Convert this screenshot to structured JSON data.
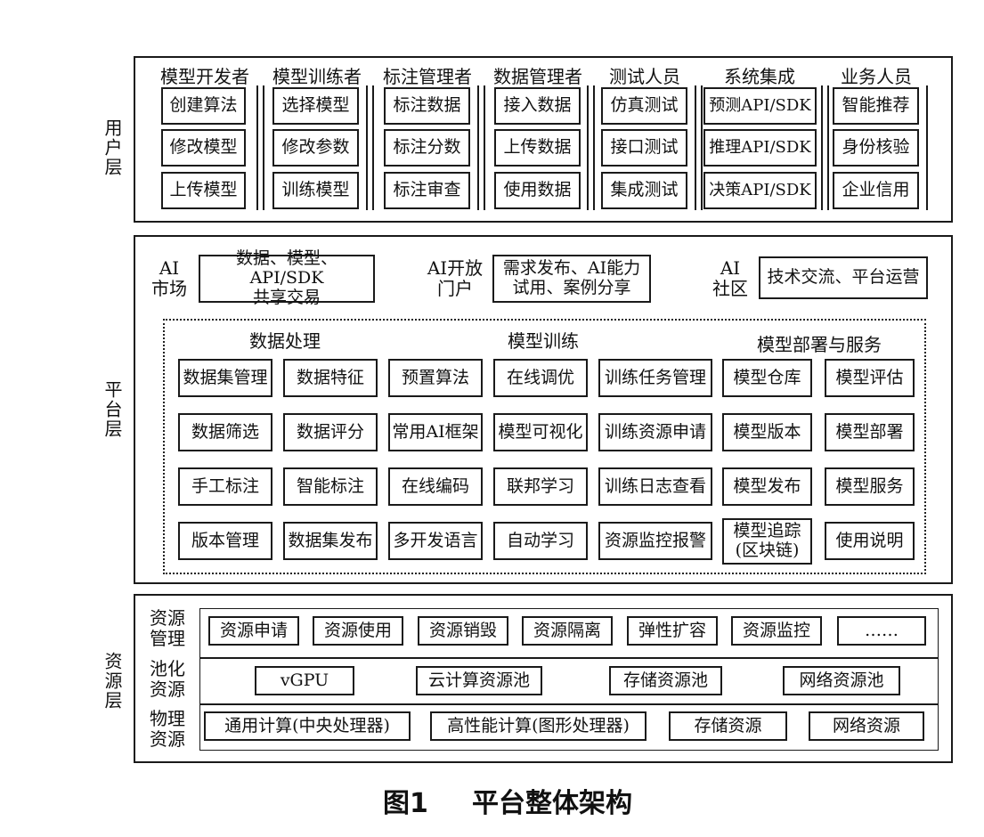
{
  "user_layer": {
    "label": "用户层",
    "columns": [
      {
        "role": "模型开发者",
        "items": [
          "创建算法",
          "修改模型",
          "上传模型"
        ]
      },
      {
        "role": "模型训练者",
        "items": [
          "选择模型",
          "修改参数",
          "训练模型"
        ]
      },
      {
        "role": "标注管理者",
        "items": [
          "标注数据",
          "标注分数",
          "标注审查"
        ]
      },
      {
        "role": "数据管理者",
        "items": [
          "接入数据",
          "上传数据",
          "使用数据"
        ]
      },
      {
        "role": "测试人员",
        "items": [
          "仿真测试",
          "接口测试",
          "集成测试"
        ]
      },
      {
        "role": "系统集成",
        "items": [
          "预测API/SDK",
          "推理API/SDK",
          "决策API/SDK"
        ]
      },
      {
        "role": "业务人员",
        "items": [
          "智能推荐",
          "身份核验",
          "企业信用"
        ]
      }
    ]
  },
  "platform_layer": {
    "label": "平台层",
    "portals": [
      {
        "label": "AI\n市场",
        "content": "数据、模型、API/SDK\n共享交易"
      },
      {
        "label": "AI开放\n门户",
        "content": "需求发布、AI能力\n试用、案例分享"
      },
      {
        "label": "AI\n社区",
        "content": "技术交流、平台运营"
      }
    ],
    "sections": {
      "data_processing": "数据处理",
      "model_training": "模型训练",
      "deploy_service": "模型部署与服务"
    },
    "grid": [
      [
        "数据集管理",
        "数据特征",
        "预置算法",
        "在线调优",
        "训练任务管理",
        "模型仓库",
        "模型评估"
      ],
      [
        "数据筛选",
        "数据评分",
        "常用AI框架",
        "模型可视化",
        "训练资源申请",
        "模型版本",
        "模型部署"
      ],
      [
        "手工标注",
        "智能标注",
        "在线编码",
        "联邦学习",
        "训练日志查看",
        "模型发布",
        "模型服务"
      ],
      [
        "版本管理",
        "数据集发布",
        "多开发语言",
        "自动学习",
        "资源监控报警",
        "模型追踪\n(区块链)",
        "使用说明"
      ]
    ]
  },
  "resource_layer": {
    "label": "资源层",
    "rows": [
      {
        "label": "资源\n管理",
        "items": [
          "资源申请",
          "资源使用",
          "资源销毁",
          "资源隔离",
          "弹性扩容",
          "资源监控",
          "……"
        ]
      },
      {
        "label": "池化\n资源",
        "items": [
          "vGPU",
          "云计算资源池",
          "存储资源池",
          "网络资源池"
        ]
      },
      {
        "label": "物理\n资源",
        "items": [
          "通用计算(中央处理器)",
          "高性能计算(图形处理器)",
          "存储资源",
          "网络资源"
        ]
      }
    ]
  },
  "caption": {
    "figure": "图1",
    "title": "平台整体架构"
  }
}
